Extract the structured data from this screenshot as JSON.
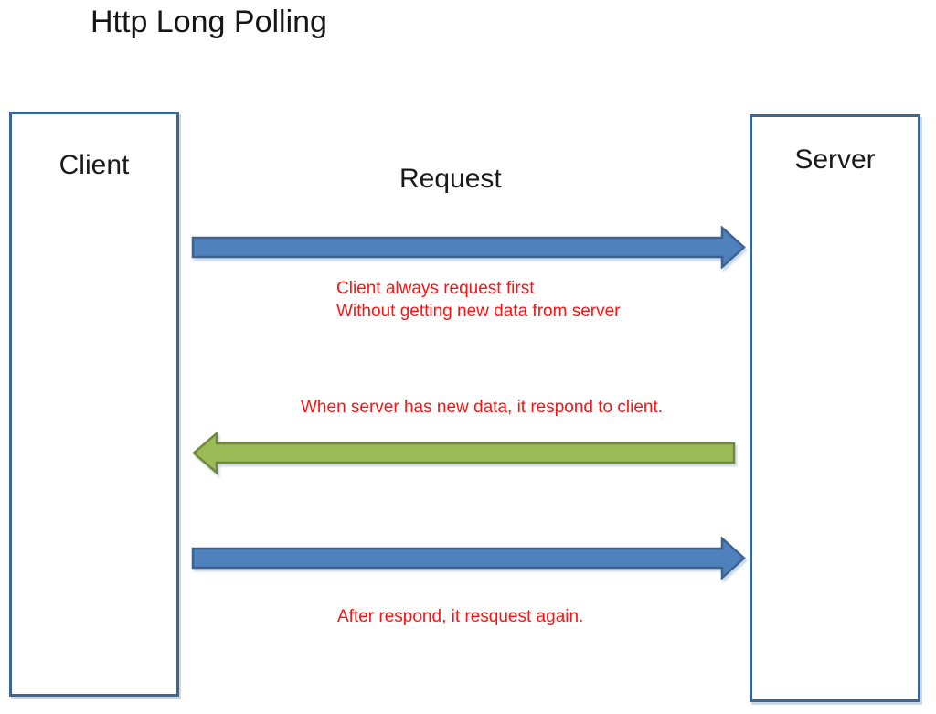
{
  "title": "Http Long Polling",
  "nodes": {
    "client": {
      "label": "Client"
    },
    "server": {
      "label": "Server"
    }
  },
  "labels": {
    "request": "Request"
  },
  "annotations": {
    "first_line1": "Client always request first",
    "first_line2": "Without getting new data from server",
    "second": "When server has new data, it respond to client.",
    "third": "After respond, it resquest again."
  },
  "arrows": [
    {
      "name": "request-arrow-top",
      "from": "client",
      "to": "server",
      "direction": "right",
      "color": "blue"
    },
    {
      "name": "response-arrow",
      "from": "server",
      "to": "client",
      "direction": "left",
      "color": "green"
    },
    {
      "name": "request-arrow-bottom",
      "from": "client",
      "to": "server",
      "direction": "right",
      "color": "blue"
    }
  ],
  "colors": {
    "box_border": "#3d6596",
    "blue_arrow_fill": "#4f81bd",
    "blue_arrow_stroke": "#3a6294",
    "green_arrow_fill": "#9bbb59",
    "green_arrow_stroke": "#71893f",
    "annotation_red": "#ff1212",
    "text_black": "#1a1a1a"
  }
}
